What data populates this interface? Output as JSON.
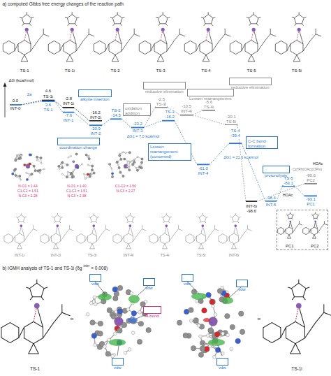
{
  "diagram": {
    "nodes": [
      {
        "text": [
          "alkyne insertion"
        ]
      },
      {
        "text": [
          "coordination change"
        ]
      },
      {
        "text": [
          "oxidation addition"
        ]
      },
      {
        "text": [
          "reductive elimination"
        ]
      },
      {
        "text": [
          "Lossen rearrangement (concerted)"
        ]
      },
      {
        "text": [
          "Lossen rearrangement"
        ]
      },
      {
        "text": [
          "reductive elimination"
        ]
      },
      {
        "text": [
          "C-C bond formation"
        ]
      },
      {
        "text": [
          "protonolysis"
        ]
      },
      {
        "text": [
          "PC1",
          "PC2"
        ]
      },
      {
        "text": [
          "vdw"
        ]
      },
      {
        "text": [
          "vdw"
        ]
      },
      {
        "text": [
          "H-bond"
        ]
      },
      {
        "text": [
          "vdw"
        ]
      },
      {
        "text": [
          "vdw"
        ]
      },
      {
        "text": [
          "vdw"
        ]
      },
      {
        "text": [
          "vdw"
        ]
      }
    ],
    "labels": [
      "a) computed Gibbs free energy changes of the reaction path",
      "TS-1",
      "TS-1i",
      "TS-2",
      "TS-3",
      "TS-4",
      "TS-5",
      "TS-5i",
      "ΔG (kcal/mol)",
      "2a",
      "0.0",
      "INT-0",
      "4.6",
      "TS-1i",
      "3.6",
      "TS-1",
      "-2.8",
      "INT-1i",
      "-7.6",
      "INT-1",
      "-16.2",
      "INT-2i",
      "-20.9",
      "INT-2",
      "TS-2",
      "-14.5",
      "-23.2",
      "INT-3",
      "ΔG‡ = 7.0 kcal/mol",
      "-2.5",
      "TS-3i",
      "TS-3",
      "-16.2",
      "-10.5",
      "INT-4i",
      "-5.6",
      "TS-4i",
      "-20.1",
      "TS-5i",
      "TS-4",
      "-39.4",
      "ΔG‡ = 21.6 kcal/mol",
      "-61.0",
      "INT-4",
      "HOAc",
      "Cp*Rh(OAc)(OPiv)",
      "-80.6",
      "PC2",
      "TS-5",
      "-83.1",
      "HOAc",
      "-98.4",
      "INT-5",
      "-93.1",
      "PC1",
      "INT-6i",
      "-98.6",
      "N-O1 = 1.44",
      "C1-C2 = 1.51",
      "N-C3 = 2.28",
      "N-O1 = 1.40",
      "C1-C2 = 1.51",
      "N-C3 = 2.38",
      "C1-C2 = 1.50",
      "N-C3 = 2.27",
      "INT-1i",
      "INT-2i",
      "TS-3i",
      "INT-4i",
      "TS-4i",
      "TS-5i",
      "INT-6i",
      "b) IGMH analysis of TS-1 and TS-1i (δg",
      "inter",
      "= 0.008)",
      "TS-1",
      "=",
      "=",
      "TS-1i"
    ]
  }
}
